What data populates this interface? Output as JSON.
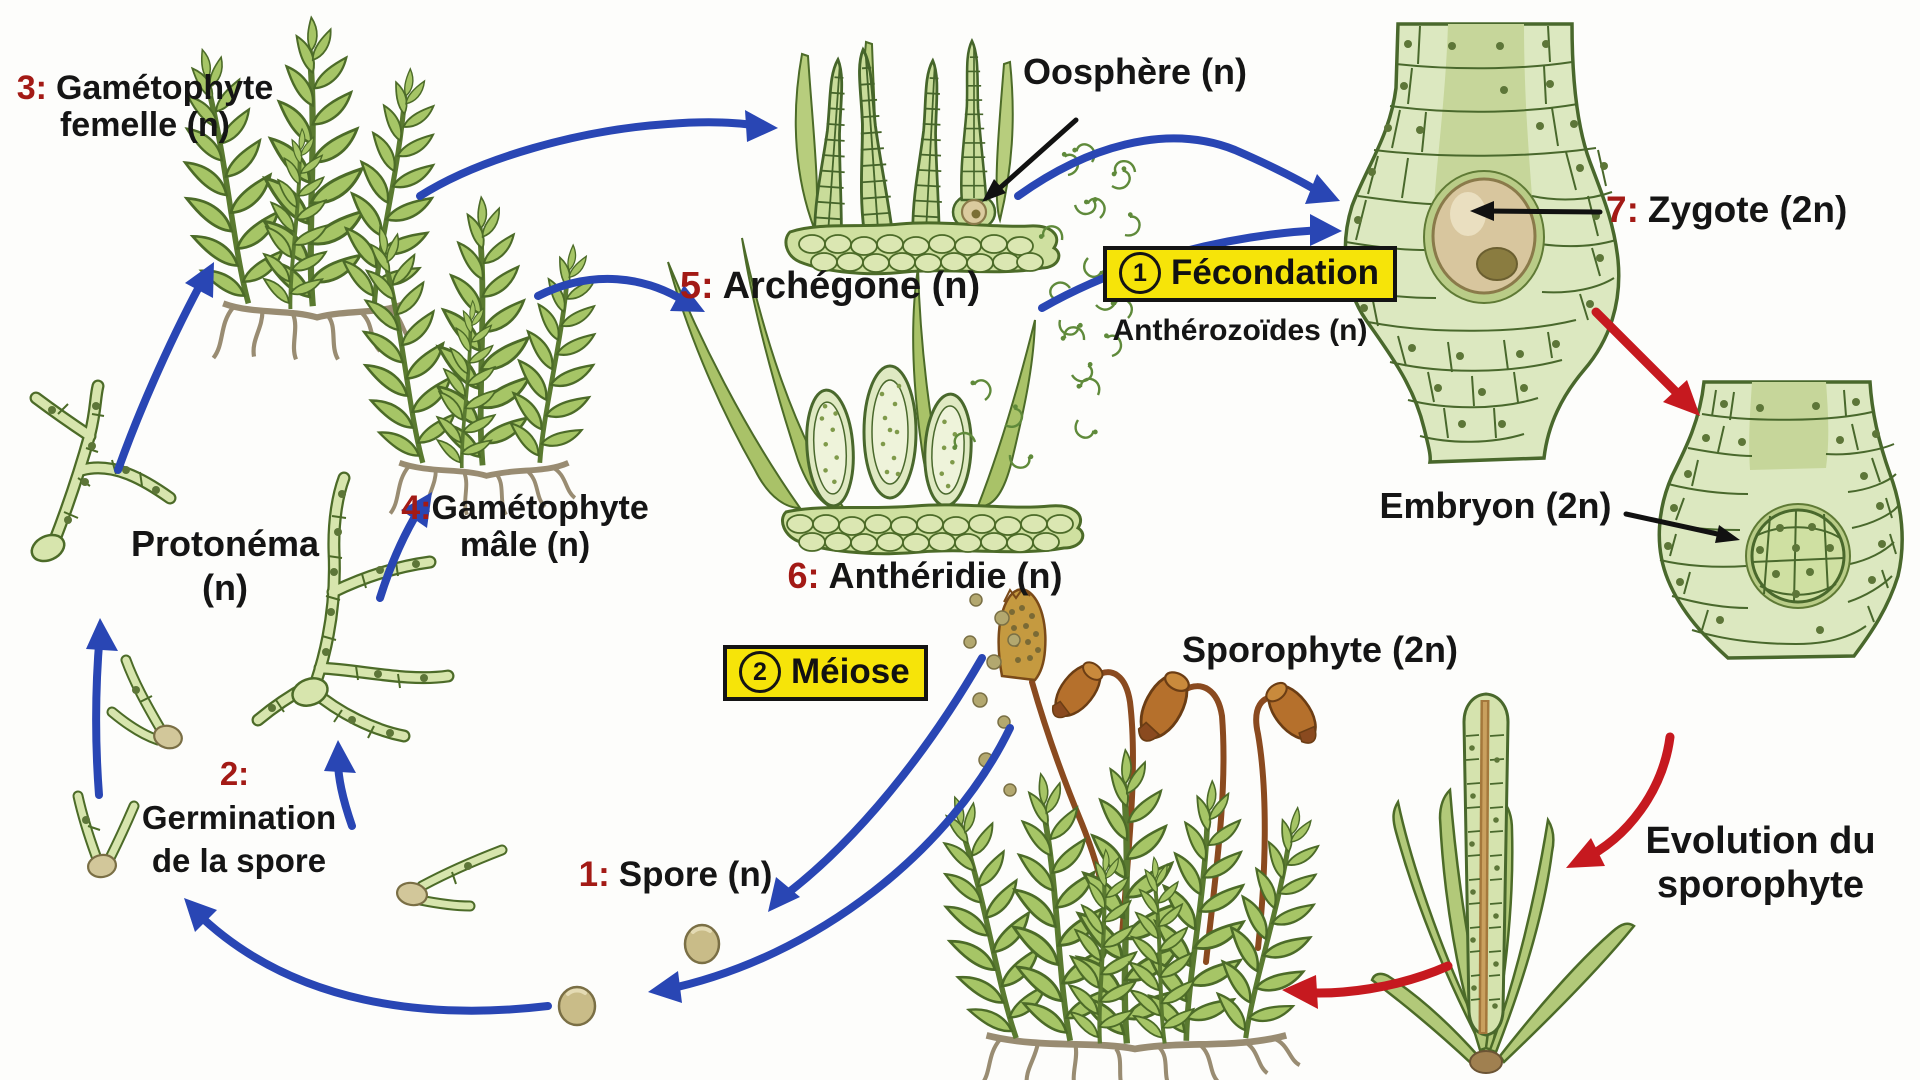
{
  "palette": {
    "arrow_blue": "#2946b4",
    "arrow_red": "#c6191f",
    "number_red": "#a31a15",
    "highlight_yellow": "#f6e409",
    "plant_green": "#a6c566"
  },
  "labels": {
    "gametophyte_femelle": {
      "num": "3:",
      "line1": "Gamétophyte",
      "line2": "femelle (n)"
    },
    "oosphere": {
      "text": "Oosphère (n)"
    },
    "archegone": {
      "num": "5:",
      "text": "Archégone (n)"
    },
    "fecondation": {
      "step": "1",
      "text": "Fécondation"
    },
    "antherozoides": {
      "text": "Anthérozoïdes (n)"
    },
    "zygote": {
      "num": "7:",
      "text": "Zygote (2n)"
    },
    "gametophyte_male": {
      "num": "4:",
      "line1": "Gamétophyte",
      "line2": "mâle (n)"
    },
    "protonema": {
      "line1": "Protonéma",
      "line2": "(n)"
    },
    "antheridie": {
      "num": "6:",
      "text": "Anthéridie (n)"
    },
    "meiose": {
      "step": "2",
      "text": "Méiose"
    },
    "sporophyte": {
      "text": "Sporophyte (2n)"
    },
    "embryon": {
      "text": "Embryon (2n)"
    },
    "germination": {
      "num": "2:",
      "line1": "Germination",
      "line2": "de la spore"
    },
    "spore": {
      "num": "1:",
      "text": "Spore (n)"
    },
    "evolution": {
      "line1": "Evolution du",
      "line2": "sporophyte"
    }
  }
}
